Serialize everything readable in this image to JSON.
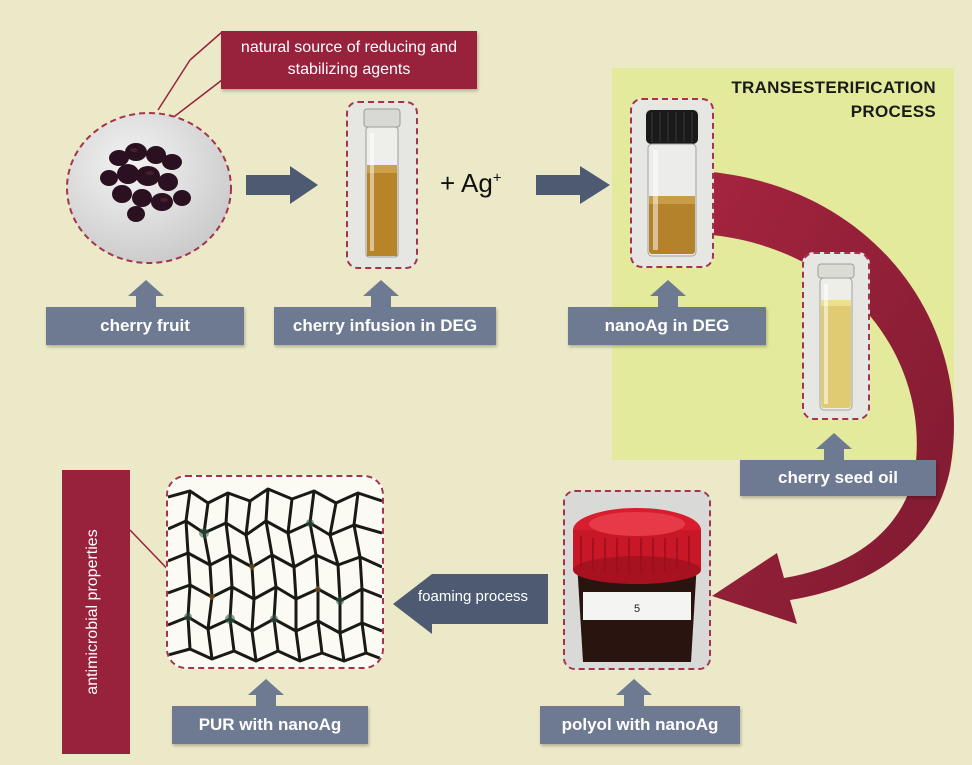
{
  "process": {
    "title_line1": "TRANSESTERIFICATION",
    "title_line2": "PROCESS"
  },
  "callout": {
    "line1": "natural source of reducing and",
    "line2": "stabilizing agents"
  },
  "reagent": {
    "text": "+ Ag",
    "superscript": "+"
  },
  "labels": {
    "cherry_fruit": "cherry fruit",
    "cherry_infusion": "cherry infusion in DEG",
    "nanoag_deg": "nanoAg in DEG",
    "cherry_seed_oil": "cherry seed oil",
    "polyol": "polyol with nanoAg",
    "pur": "PUR with nanoAg",
    "foaming": "foaming process",
    "antimicrobial": "antimicrobial properties"
  },
  "jar_label": "5",
  "colors": {
    "background": "#ece9c8",
    "highlight_panel": "#e4ea9c",
    "maroon": "#98223c",
    "label_box": "#6e7a92",
    "arrow": "#4d5a72"
  }
}
